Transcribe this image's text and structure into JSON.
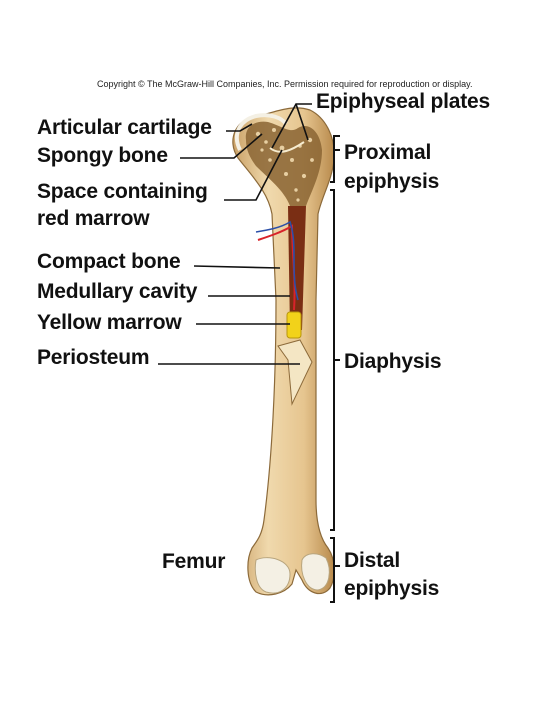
{
  "copyright": "Copyright © The McGraw-Hill Companies, Inc. Permission required for reproduction or display.",
  "labels": {
    "epiphyseal_plates": "Epiphyseal plates",
    "articular_cartilage": "Articular cartilage",
    "spongy_bone": "Spongy bone",
    "space_red_marrow_1": "Space containing",
    "space_red_marrow_2": "red marrow",
    "compact_bone": "Compact bone",
    "medullary_cavity": "Medullary cavity",
    "yellow_marrow": "Yellow marrow",
    "periosteum": "Periosteum",
    "femur": "Femur",
    "proximal_1": "Proximal",
    "proximal_2": "epiphysis",
    "diaphysis": "Diaphysis",
    "distal_1": "Distal",
    "distal_2": "epiphysis"
  },
  "colors": {
    "bone": "#e8cc9a",
    "bone_dark": "#c79e5e",
    "spongy": "#6b4a22",
    "cavity": "#8a3a1a",
    "yellow_marrow": "#f2d21a",
    "cartilage": "#f4f0e4",
    "artery": "#d8232a",
    "vein": "#2b4fa8"
  }
}
